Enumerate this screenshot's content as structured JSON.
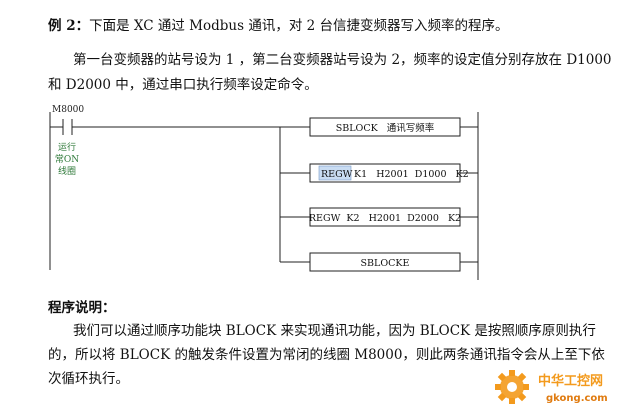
{
  "heading": {
    "label": "例 2：",
    "text": "下面是 XC 通过 Modbus 通讯，对 2 台信捷变频器写入频率的程序。"
  },
  "intro": {
    "line1": "第一台变频器的站号设为 1 ，第二台变频器站号设为 2，频率的设定值分别存放在 D1000",
    "line2": "和 D2000 中，通过串口执行频率设定命令。"
  },
  "ladder": {
    "contact_label": "M8000",
    "contact_note": [
      "运行",
      "常ON",
      "线圈"
    ],
    "instructions": [
      {
        "text": "SBLOCK   通讯写频率"
      },
      {
        "highlight": "REGW",
        "text": "K1   H2001  D1000   K2"
      },
      {
        "text": "REGW  K2   H2001  D2000   K2"
      },
      {
        "text": "SBLOCKE"
      }
    ]
  },
  "explain": {
    "title": "程序说明：",
    "line1": "我们可以通过顺序功能块 BLOCK 来实现通讯功能，因为 BLOCK 是按照顺序原则执行",
    "line2": "的，所以将 BLOCK 的触发条件设置为常闭的线圈 M8000，则此两条通讯指令会从上至下依",
    "line3": "次循环执行。"
  },
  "watermark": {
    "cn": "中华工控网",
    "url": "gkong.com"
  },
  "colors": {
    "note": "#2f7a3a",
    "highlight": "#c9dcf2",
    "watermark_orange": "#f39a1d"
  }
}
